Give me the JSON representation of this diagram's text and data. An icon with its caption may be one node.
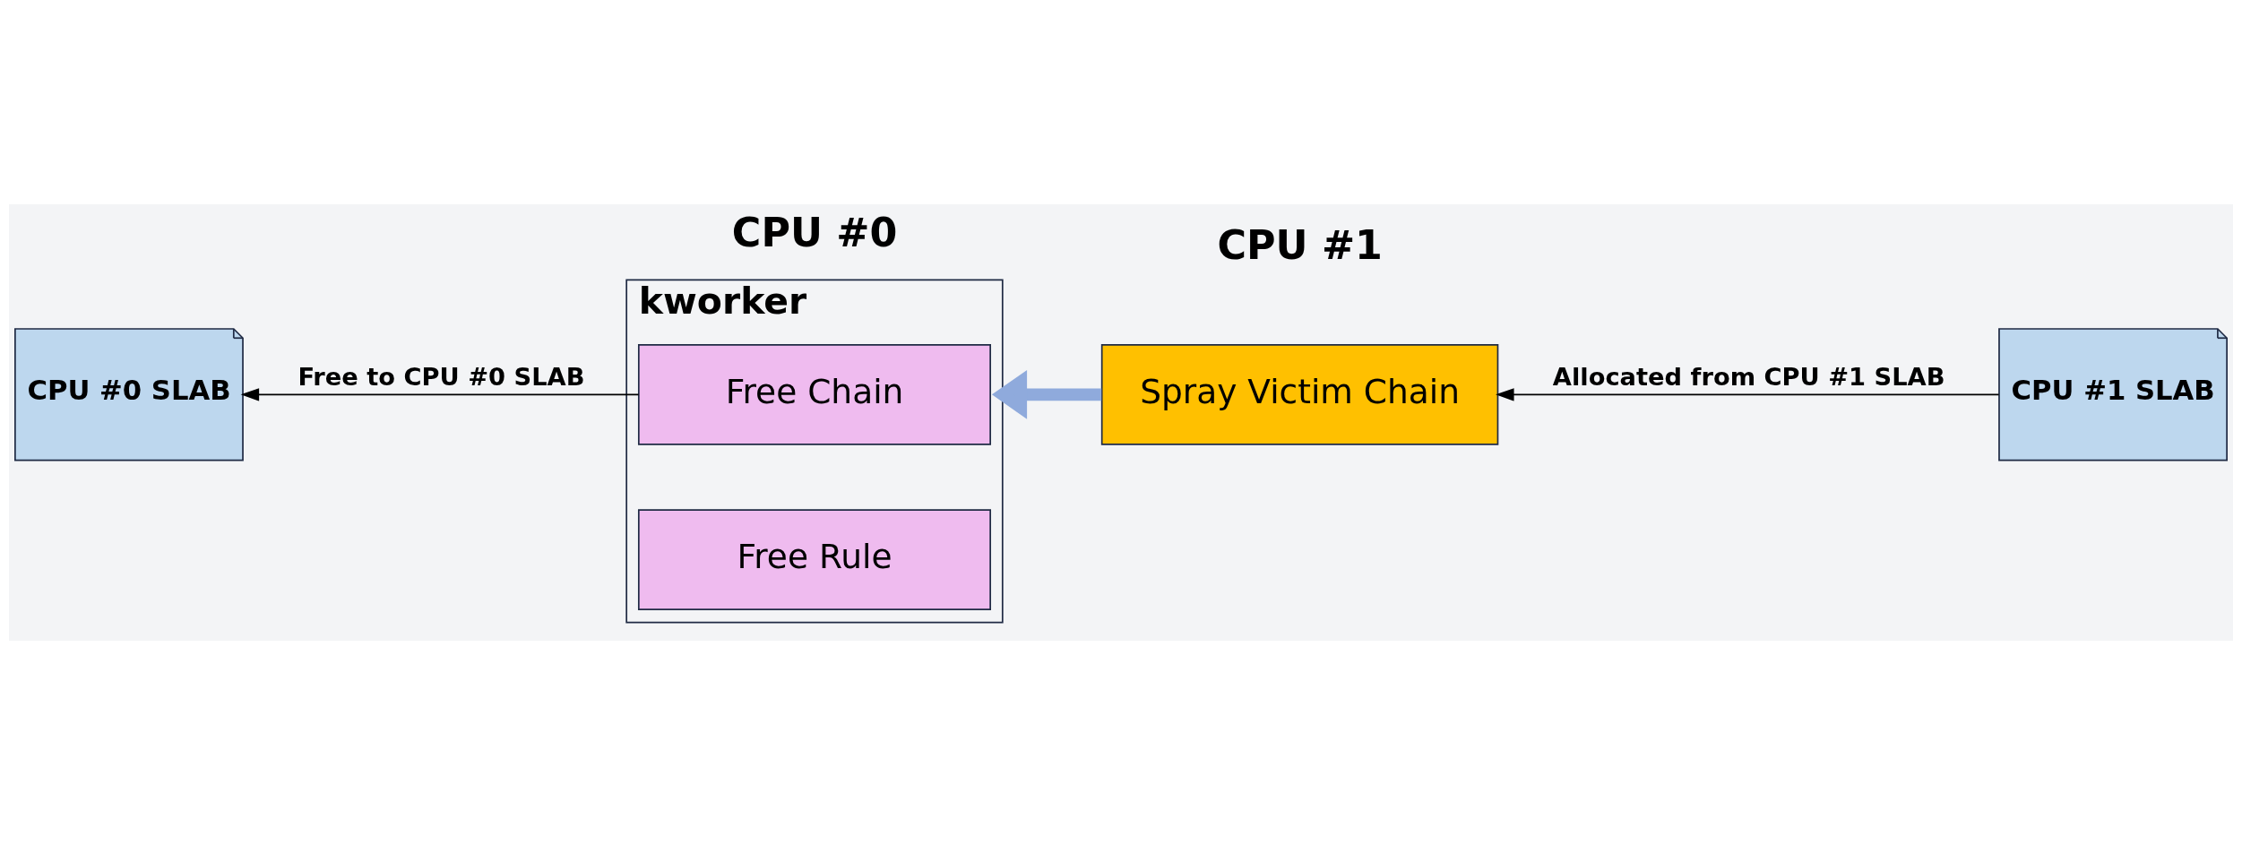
{
  "diagram": {
    "nodes": [
      {
        "text": [
          "kworker"
        ]
      },
      {
        "text": [
          "Free Chain"
        ],
        "in": 0
      },
      {
        "text": [
          "Free Rule"
        ],
        "in": 0
      },
      {
        "text": [
          "CPU #0 SLAB"
        ]
      },
      {
        "text": [
          "Spray Victim Chain"
        ]
      },
      {
        "text": [
          "CPU #1 SLAB"
        ]
      }
    ],
    "edges": [
      {
        "from": 1,
        "to": 3,
        "arrow": "to",
        "label": "Free to CPU #0 SLAB"
      },
      {
        "from": 4,
        "to": 0,
        "arrow": "to",
        "style": "thick",
        "color": "#8faadc"
      },
      {
        "from": 5,
        "to": 4,
        "arrow": "to",
        "label": "Allocated from CPU #1 SLAB"
      }
    ],
    "labels": [
      "CPU #0",
      "CPU #1"
    ]
  }
}
